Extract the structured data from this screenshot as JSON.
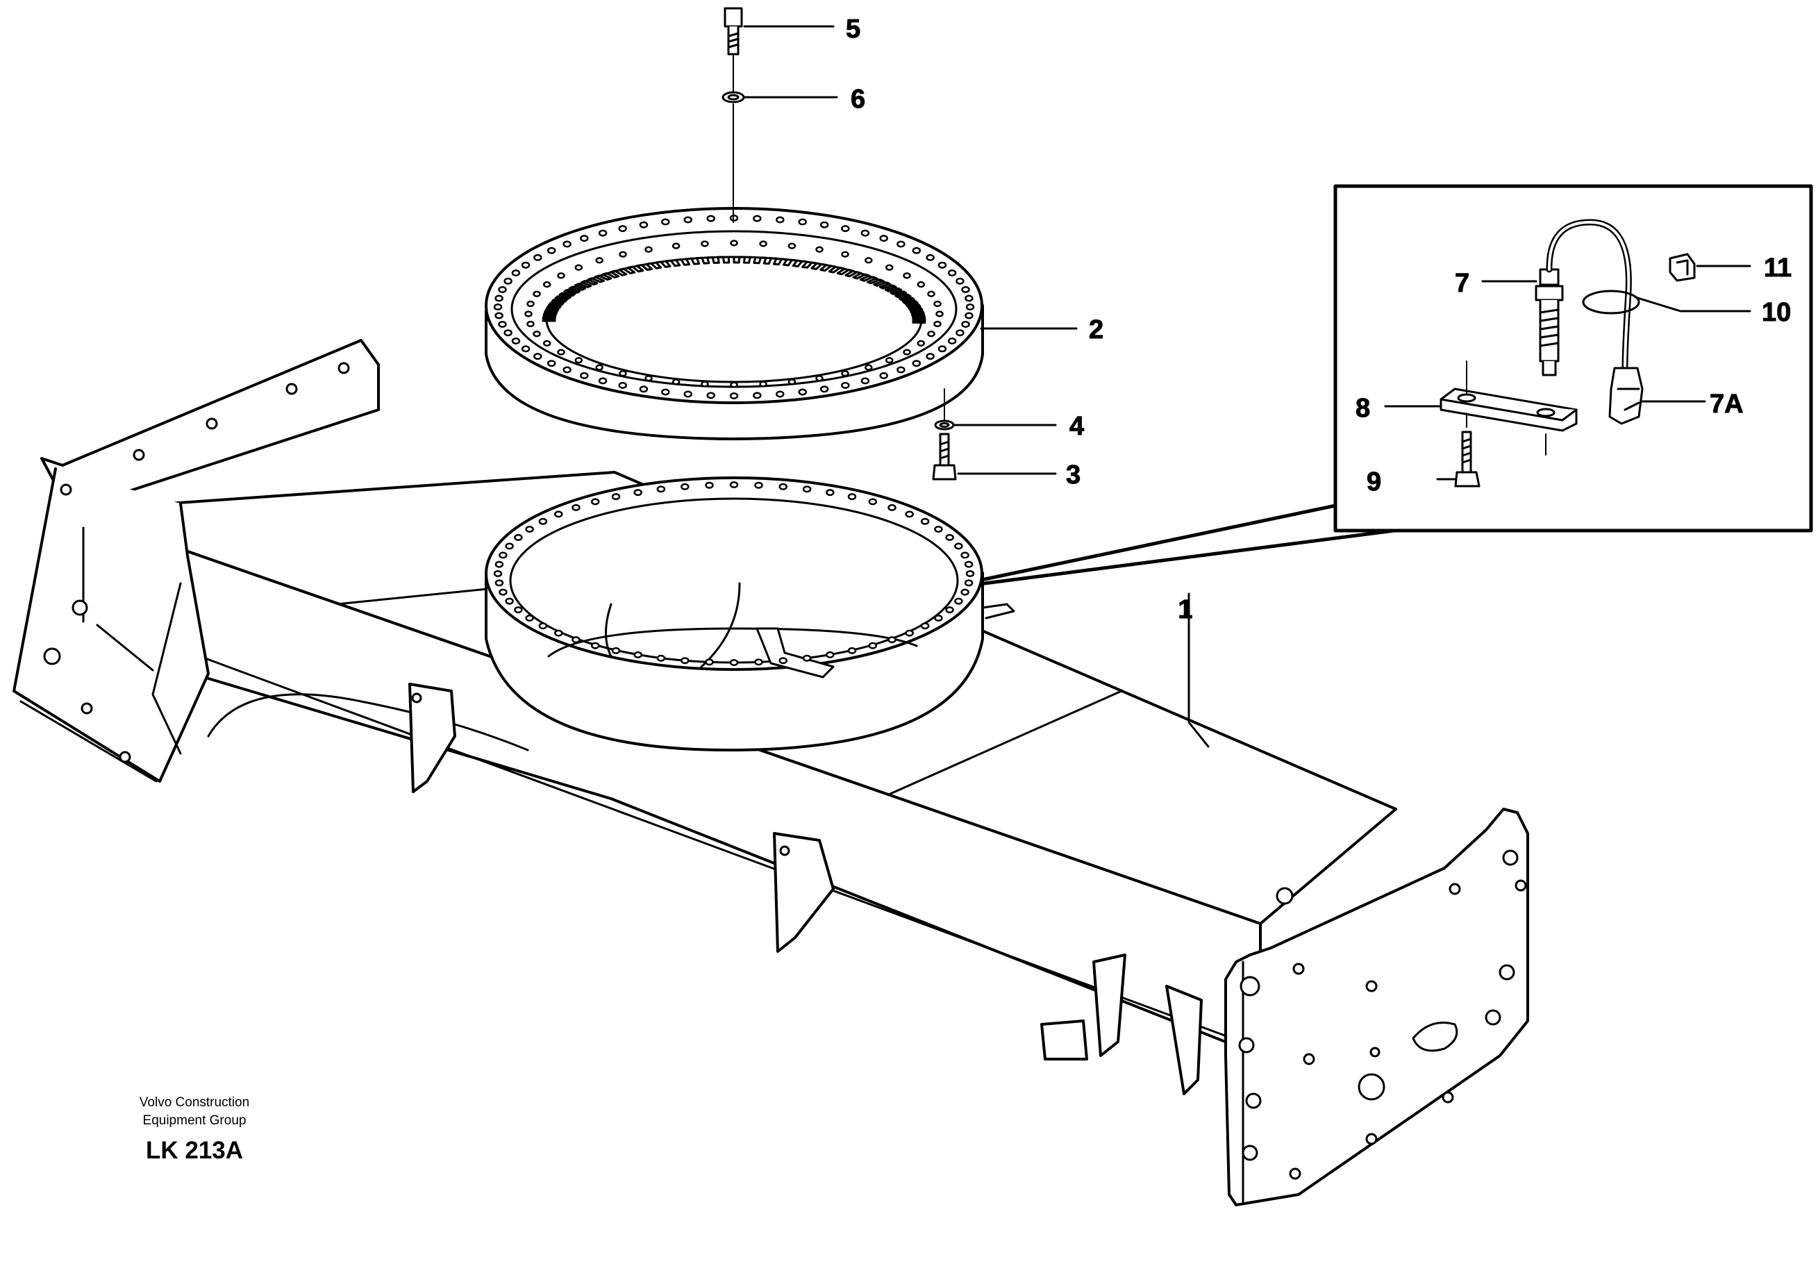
{
  "diagram": {
    "callouts": {
      "c1": "1",
      "c2": "2",
      "c3": "3",
      "c4": "4",
      "c5": "5",
      "c6": "6",
      "c7": "7",
      "c7a": "7A",
      "c8": "8",
      "c9": "9",
      "c10": "10",
      "c11": "11"
    }
  },
  "caption": {
    "line1": "Volvo Construction",
    "line2": "Equipment Group",
    "code": "LK 213A"
  }
}
